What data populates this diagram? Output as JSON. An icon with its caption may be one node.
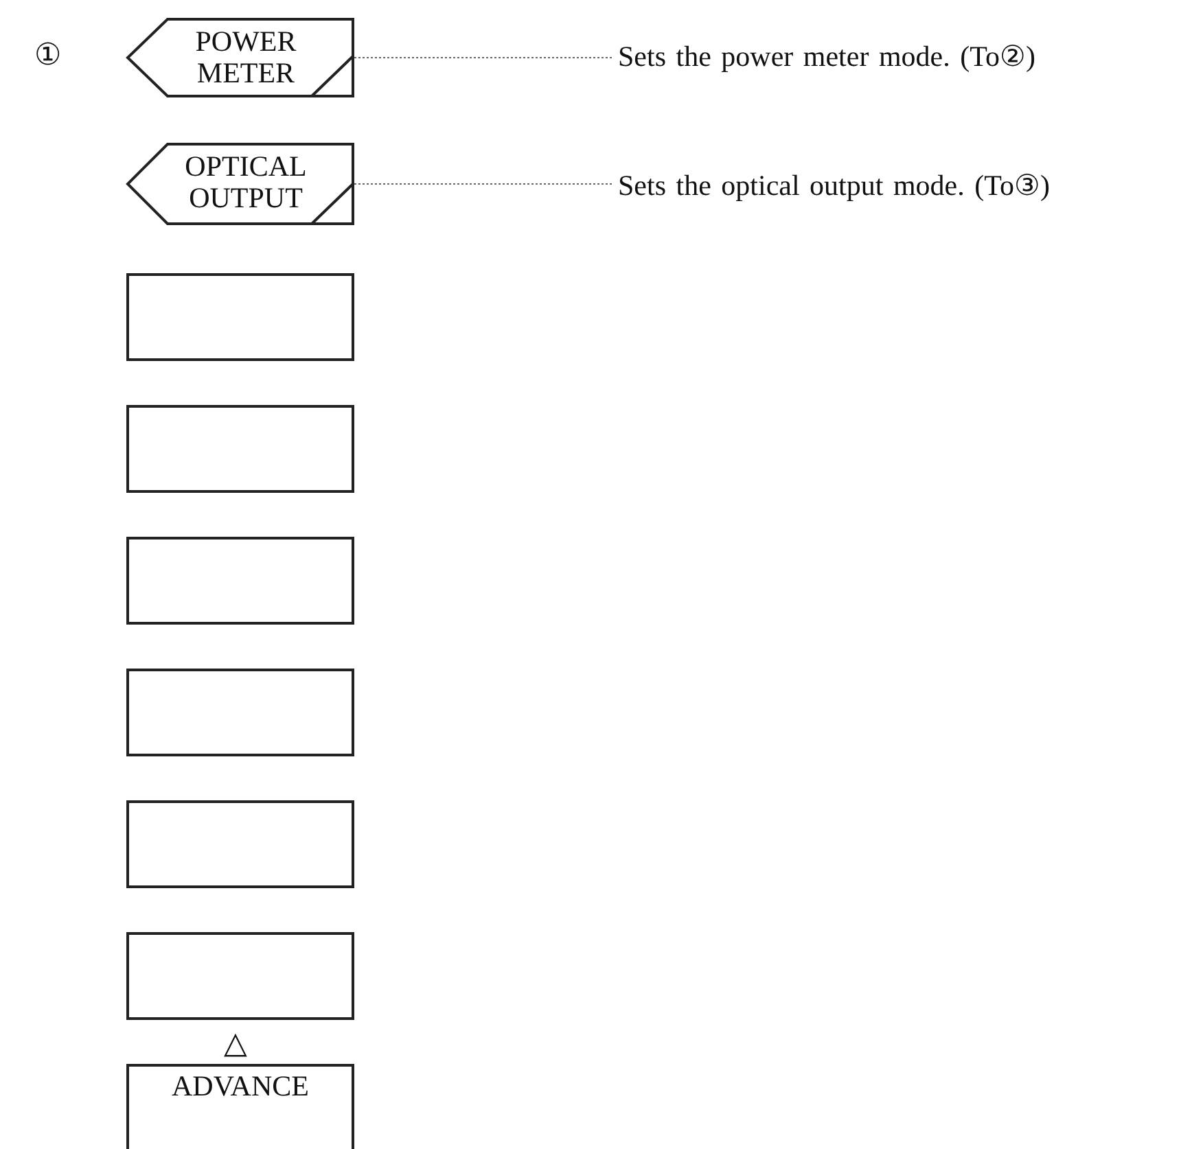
{
  "diagram": {
    "nodes": [
      {
        "text": [
          "POWER METER"
        ]
      },
      {
        "text": [
          "OPTICAL OUTPUT"
        ]
      },
      {
        "text": [],
        "shape": "box"
      },
      {
        "text": [],
        "shape": "box"
      },
      {
        "text": [],
        "shape": "box"
      },
      {
        "text": [],
        "shape": "box"
      },
      {
        "text": [],
        "shape": "box"
      },
      {
        "text": [],
        "shape": "box"
      },
      {
        "text": [
          "ADVANCE"
        ]
      },
      {
        "text": [
          "Sets the power meter mode. (To②)"
        ]
      },
      {
        "text": [
          "Sets the optical output mode. (To③)"
        ]
      }
    ],
    "edges": [
      {
        "from": 0,
        "to": 9,
        "arrow": "none",
        "style": "dashed"
      },
      {
        "from": 1,
        "to": 10,
        "arrow": "none",
        "style": "dashed"
      }
    ],
    "labels": [
      "①",
      "△"
    ]
  }
}
